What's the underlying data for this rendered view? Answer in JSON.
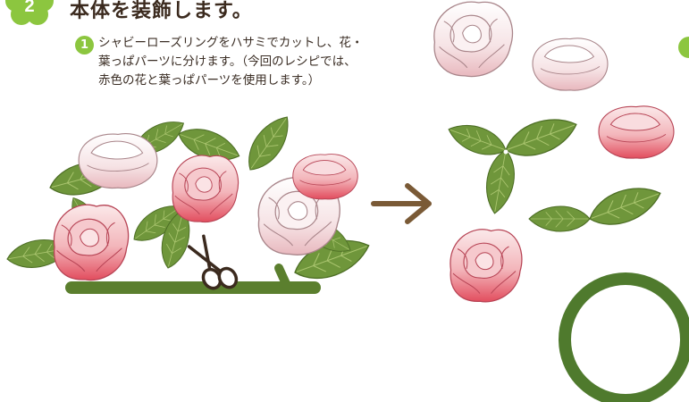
{
  "step": {
    "number": "2",
    "title": "本体を装飾します。",
    "badge_color": "#8cc63f"
  },
  "substep": {
    "number": "1",
    "lines": [
      "シャビーローズリングをハサミでカットし、花・",
      "葉っぱパーツに分けます。（今回のレシピでは、",
      "赤色の花と葉っぱパーツを使用します。）"
    ]
  },
  "next_badge": {
    "color": "#8cc63f"
  },
  "illustration": {
    "icons": [
      "rose-wreath-cut",
      "scissors-icon",
      "arrow-right-icon",
      "rose-parts",
      "leaf-parts",
      "green-ring"
    ],
    "colors": {
      "leaf": "#6f963b",
      "leaf_vein": "#4d6e25",
      "rose_light": "#f7dadd",
      "rose_red": "#e8606e",
      "ring": "#4f7a2d",
      "arrow": "#7a5a36"
    }
  }
}
